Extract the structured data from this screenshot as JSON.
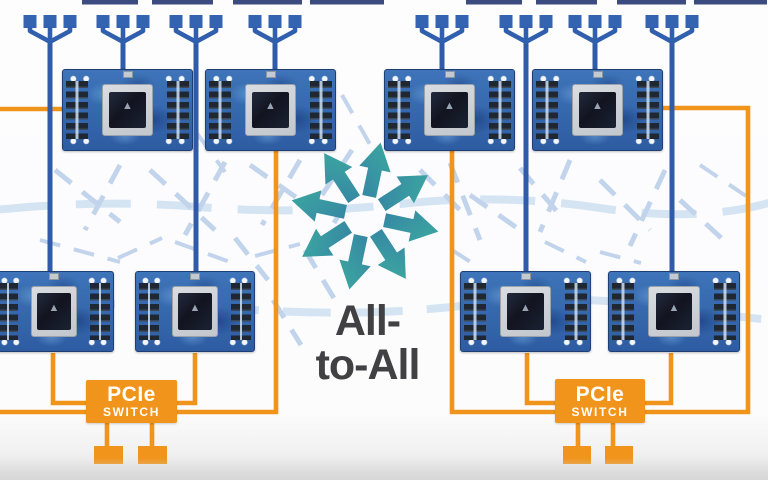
{
  "center": {
    "title_line1": "All-",
    "title_line2": "to-All",
    "title_color": "#414042",
    "arrows_icon": "all-to-all-pinwheel-arrows"
  },
  "pcie_switches": [
    {
      "line1": "PCIe",
      "line2": "SWITCH",
      "position": "bottom-left"
    },
    {
      "line1": "PCIe",
      "line2": "SWITCH",
      "position": "bottom-right"
    }
  ],
  "counts": {
    "gpu_modules": 8,
    "pcie_switches": 2,
    "network_fanout_connectors": 8,
    "pcie_leaf_nodes": 4
  },
  "colors": {
    "orange_pcie": "#F0941C",
    "blue_network": "#2F5BA8",
    "pad_blue": "#3363B1",
    "ghost_navy": "#22336E",
    "dash_light_blue": "#B9CEEA",
    "pinwheel_teal": "#3FB39F",
    "pinwheel_blue": "#2A51A8",
    "title_gray": "#414042",
    "pcb_blue": "#3A6FB4"
  }
}
